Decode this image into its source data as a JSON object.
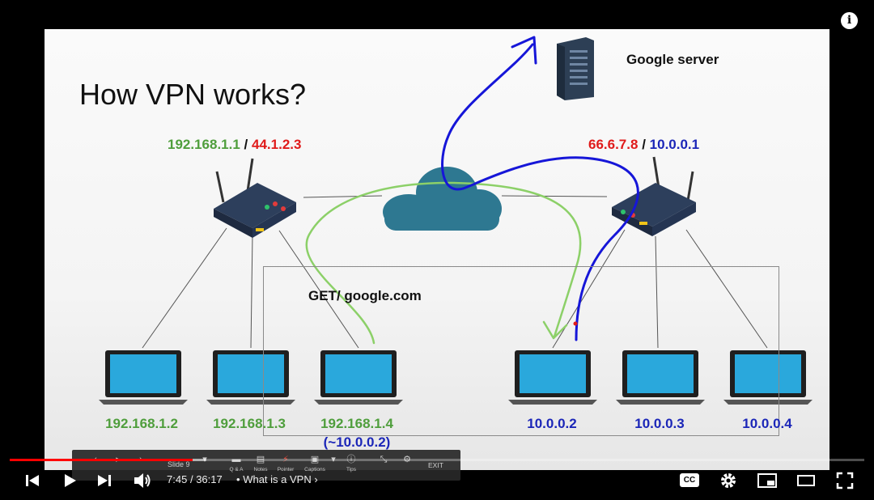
{
  "slide": {
    "title": "How VPN works?",
    "server_label": "Google server",
    "router_left": {
      "ip_local": "192.168.1.1",
      "sep": "/",
      "ip_public": "44.1.2.3"
    },
    "router_right": {
      "ip_public": "66.6.7.8",
      "sep": "/",
      "ip_local": "10.0.0.1"
    },
    "request_label": "GET/ google.com",
    "laptops": [
      {
        "ip": "192.168.1.2",
        "sub": ""
      },
      {
        "ip": "192.168.1.3",
        "sub": ""
      },
      {
        "ip": "192.168.1.4",
        "sub": "(~10.0.0.2)"
      },
      {
        "ip": "10.0.0.2",
        "sub": ""
      },
      {
        "ip": "10.0.0.3",
        "sub": ""
      },
      {
        "ip": "10.0.0.4",
        "sub": ""
      }
    ],
    "colors": {
      "green": "#4f9e3c",
      "red": "#e01b1b",
      "blue": "#1b26b8",
      "cloud": "#2e7891"
    }
  },
  "ppt_toolbar": {
    "prev_icon": "chevron-left-icon",
    "slide_label": "Slide 9",
    "items": [
      {
        "icon": "qa-icon",
        "label": "Q & A"
      },
      {
        "icon": "notes-icon",
        "label": "Notes"
      },
      {
        "icon": "pointer-icon",
        "label": "Pointer"
      },
      {
        "icon": "captions-icon",
        "label": "Captions"
      },
      {
        "icon": "tips-icon",
        "label": "Tips"
      }
    ],
    "exit_label": "EXIT"
  },
  "player": {
    "time_current": "7:45",
    "time_total": "36:17",
    "time_sep": "/",
    "chapter_bullet": "•",
    "chapter_title": "What is a VPN",
    "progress": 0.214,
    "buffered": 0.23,
    "info_label": "i",
    "cc_label": "CC"
  }
}
